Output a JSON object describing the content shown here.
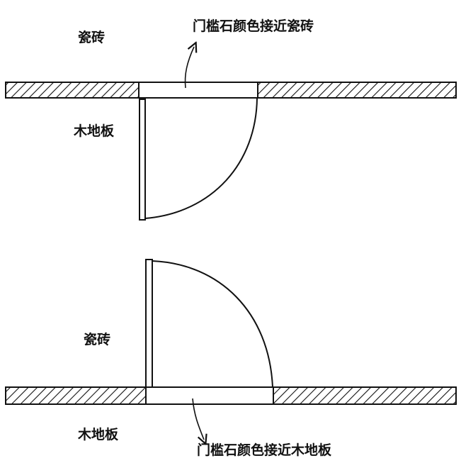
{
  "diagram_top": {
    "room_label_above": "瓷砖",
    "room_label_below": "木地板",
    "threshold_note": "门槛石颜色接近瓷砖"
  },
  "diagram_bottom": {
    "room_label_above": "瓷砖",
    "room_label_below": "木地板",
    "threshold_note": "门槛石颜色接近木地板"
  },
  "colors": {
    "ink": "#111111",
    "background": "#ffffff"
  }
}
